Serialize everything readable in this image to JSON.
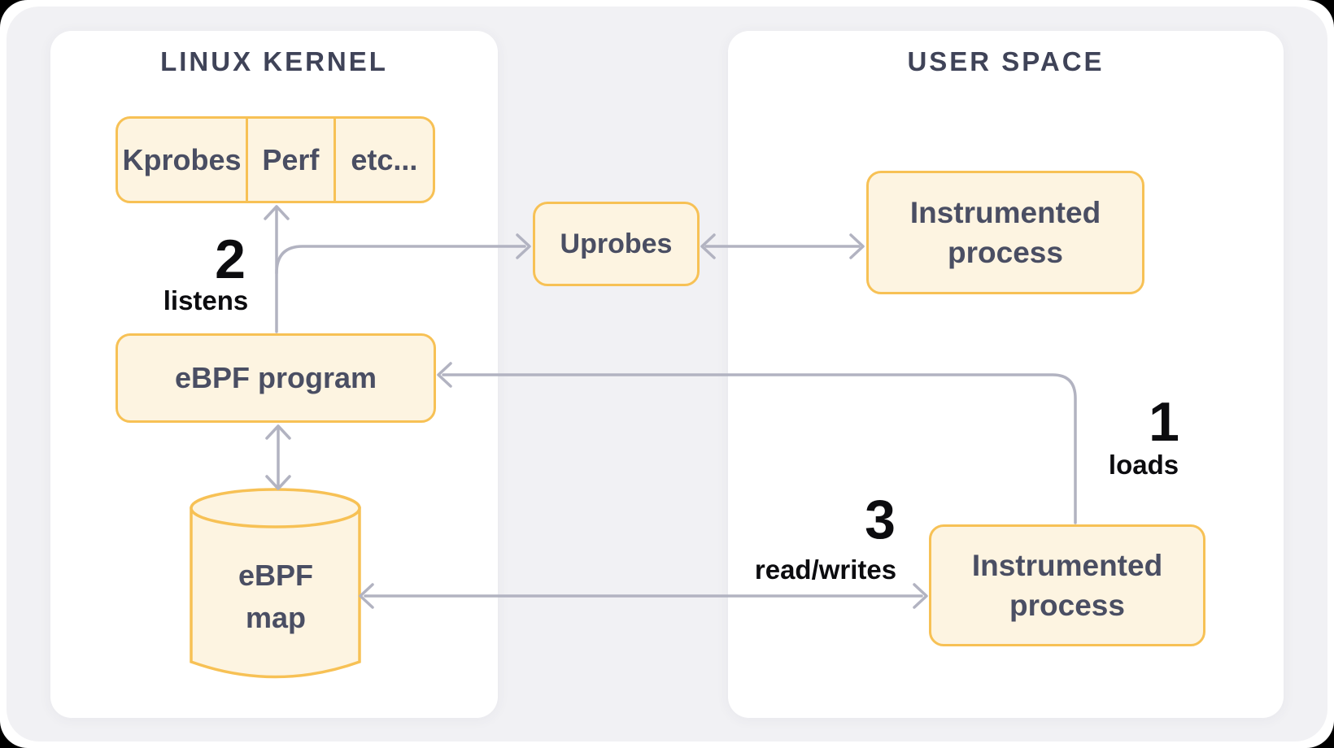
{
  "diagram": {
    "panels": {
      "kernel": {
        "title": "LINUX KERNEL"
      },
      "user": {
        "title": "USER SPACE"
      }
    },
    "nodes": {
      "probe_row": {
        "cells": [
          "Kprobes",
          "Perf",
          "etc..."
        ]
      },
      "uprobes": {
        "label": "Uprobes"
      },
      "ebpf_program": {
        "label": "eBPF program"
      },
      "ebpf_map": {
        "line1": "eBPF",
        "line2": "map"
      },
      "instrumented_top": {
        "line1": "Instrumented",
        "line2": "process"
      },
      "instrumented_bottom": {
        "line1": "Instrumented",
        "line2": "process"
      }
    },
    "steps": {
      "step1": {
        "number": "1",
        "label": "loads"
      },
      "step2": {
        "number": "2",
        "label": "listens"
      },
      "step3": {
        "number": "3",
        "label": "read/writes"
      }
    },
    "colors": {
      "node_fill": "#fdf4e1",
      "node_border": "#f7c155",
      "arrow": "#b2b3c1",
      "node_text": "#4a4e63",
      "panel_title_text": "#3f4358",
      "step_text": "#0c0c0f",
      "canvas_bg": "#f1f1f4",
      "panel_bg": "#ffffff"
    }
  }
}
